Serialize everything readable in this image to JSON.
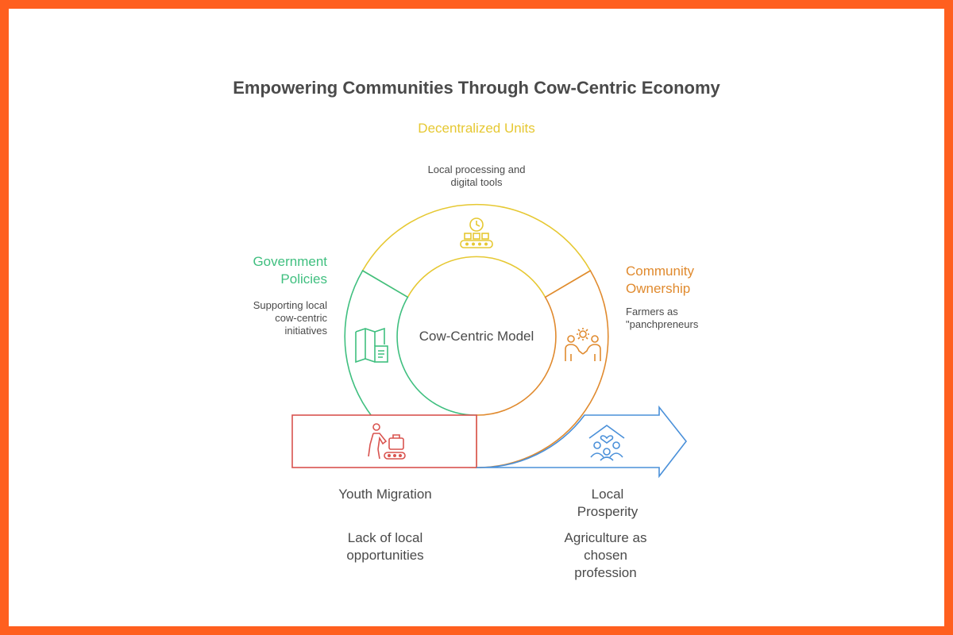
{
  "title": "Empowering Communities Through Cow-Centric Economy",
  "center": "Cow-Centric Model",
  "stages": {
    "decentralized": {
      "title": "Decentralized Units",
      "desc": "Local processing and digital tools",
      "color": "#e6c832",
      "icon": "conveyor-clock-icon"
    },
    "government": {
      "title": "Government Policies",
      "desc": "Supporting local cow-centric initiatives",
      "color": "#3fbf7f",
      "icon": "map-document-icon"
    },
    "community": {
      "title": "Community Ownership",
      "desc": "Farmers as \"panchpreneurs",
      "color": "#e08a2e",
      "icon": "people-collaboration-icon"
    },
    "youth": {
      "title": "Youth Migration",
      "desc": "Lack of local opportunities",
      "color": "#d9534f",
      "icon": "person-luggage-icon"
    },
    "prosperity": {
      "title": "Local Prosperity",
      "desc": "Agriculture as chosen profession",
      "color": "#4a90d9",
      "icon": "family-home-icon"
    }
  }
}
